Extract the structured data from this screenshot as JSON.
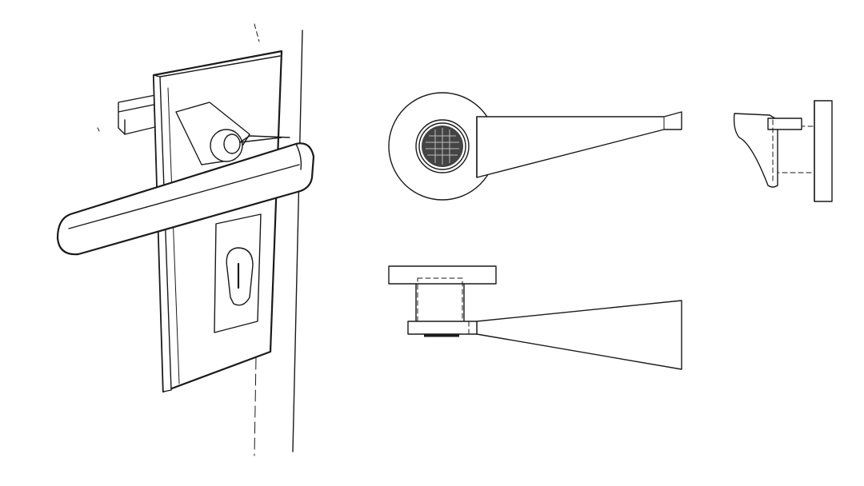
{
  "figure": {
    "views": [
      {
        "id": "perspective",
        "label": ""
      },
      {
        "id": "front",
        "label": ""
      },
      {
        "id": "side",
        "label": ""
      },
      {
        "id": "top",
        "label": ""
      }
    ],
    "colors": {
      "line": "#1a1a1a",
      "background": "#ffffff",
      "hatch": "#333333"
    }
  }
}
